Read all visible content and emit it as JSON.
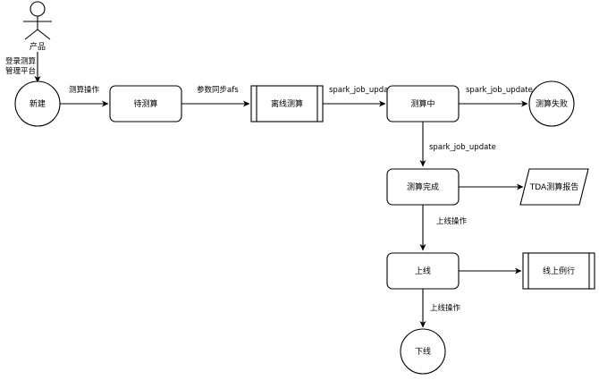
{
  "actor": {
    "name": "产品",
    "icon": "stick-figure-actor-icon"
  },
  "login_note": [
    "登录测算",
    "管理平台"
  ],
  "nodes": {
    "new": "新建",
    "pending": "待测算",
    "offline": "离线测算",
    "measuring": "测算中",
    "failed": "测算失败",
    "done": "测算完成",
    "report": "TDA测算报告",
    "online": "上线",
    "routine": "线上例行",
    "offline_down": "下线"
  },
  "edges": {
    "new_to_pending": "测算操作",
    "pending_to_offline": "参数同步afs",
    "offline_to_measuring": "spark_job_update",
    "measuring_to_failed": "spark_job_update",
    "measuring_to_done": "spark_job_update",
    "done_to_online": "上线操作",
    "online_to_down": "上线操作"
  }
}
